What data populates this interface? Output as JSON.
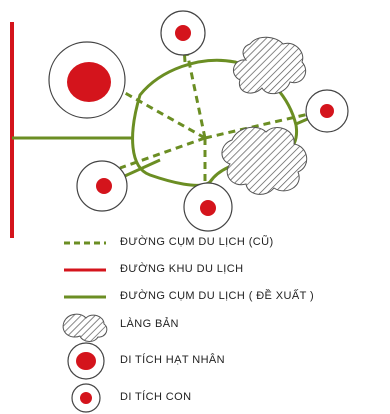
{
  "colors": {
    "old_route": "#6b8e23",
    "zone_route": "#d4141c",
    "proposed_route": "#6b8e23",
    "site_red": "#d4141c",
    "hatch": "#555555"
  },
  "legend": {
    "old_route": "ĐƯỜNG CỤM DU LỊCH (CŨ)",
    "zone_route": "ĐƯỜNG KHU DU LỊCH",
    "proposed_route": "ĐƯỜNG CỤM DU LỊCH ( ĐỀ XUẤT )",
    "village": "LÀNG BẢN",
    "core_site": "DI TÍCH HẠT NHÂN",
    "sub_site": "DI TÍCH CON"
  }
}
